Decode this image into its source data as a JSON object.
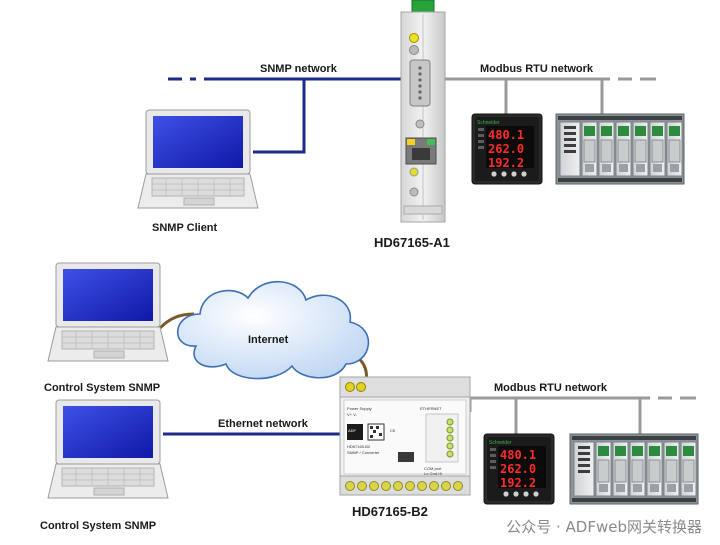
{
  "top_section": {
    "snmp_network_label": "SNMP network",
    "modbus_network_label": "Modbus RTU network",
    "client_label": "SNMP Client",
    "gateway_label": "HD67165-A1"
  },
  "bottom_section": {
    "internet_label": "Internet",
    "ethernet_network_label": "Ethernet network",
    "modbus_network_label": "Modbus RTU network",
    "client1_label": "Control System SNMP",
    "client2_label": "Control System SNMP",
    "gateway_label": "HD67165-B2"
  },
  "meter_readings": [
    "480.1",
    "262.0",
    "192.2"
  ],
  "watermark": "公众号 · ADFweb网关转换器",
  "colors": {
    "network_line": "#1c2a8c",
    "serial_line": "#9a9a9a",
    "cable": "#7a5a2a",
    "screen": "#1a25c8",
    "cloud": "#cfe0f6"
  },
  "icons": [
    "laptop-icon",
    "cloud-icon",
    "gateway-device",
    "power-meter",
    "plc-rack"
  ]
}
